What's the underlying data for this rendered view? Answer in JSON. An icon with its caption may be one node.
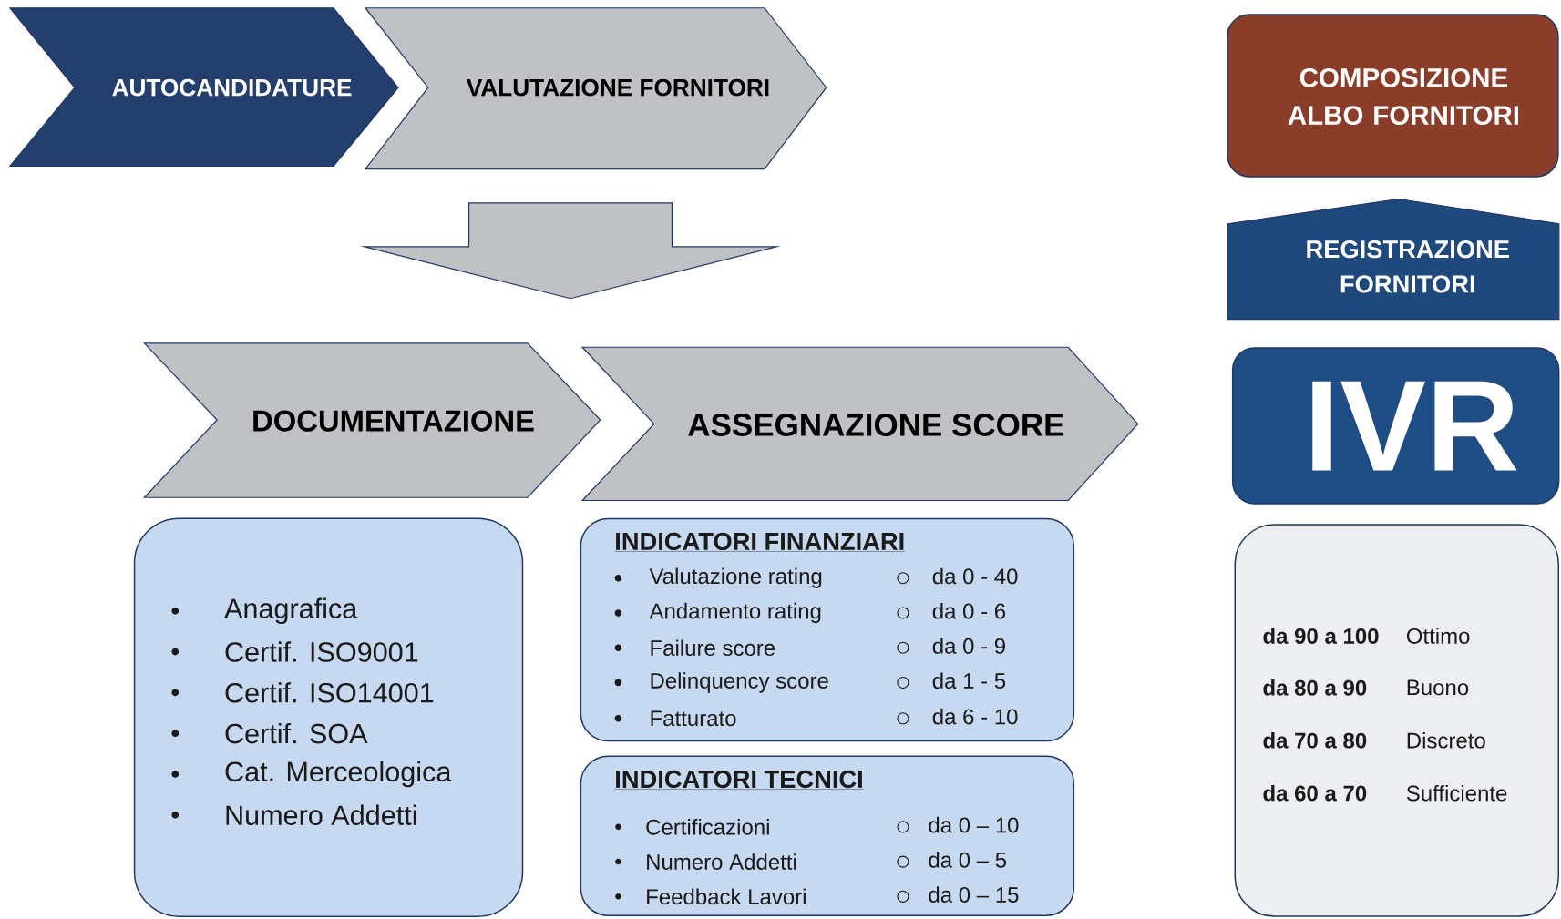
{
  "diagram": {
    "nodes": [
      {
        "text": [
          "AUTOCANDIDATURE"
        ]
      },
      {
        "text": [
          "VALUTAZIONE FORNITORI"
        ]
      },
      {
        "text": [],
        "shape": "arrow"
      },
      {
        "text": [
          "DOCUMENTAZIONE"
        ]
      },
      {
        "text": [
          "ASSEGNAZIONE SCORE"
        ]
      },
      {
        "text": [
          "Anagrafica",
          "Certif. ISO9001",
          "Certif. ISO14001",
          "Certif. SOA",
          "Cat. Merceologica",
          "Numero Addetti"
        ]
      },
      {
        "text": [
          "INDICATORI FINANZIARI",
          "Valutazione rating",
          "da 0 - 40",
          "Andamento rating",
          "da 0 - 6",
          "Failure score",
          "da 0 - 9",
          "Delinquency score",
          "da 1 - 5",
          "Fatturato",
          "da 6 - 10"
        ]
      },
      {
        "text": [
          "INDICATORI TECNICI",
          "Certificazioni",
          "da 0 – 10",
          "Numero Addetti",
          "da 0 – 5",
          "Feedback Lavori",
          "da 0 – 15"
        ]
      },
      {
        "text": [
          "COMPOSIZIONE ALBO FORNITORI"
        ]
      },
      {
        "text": [
          "REGISTRAZIONE FORNITORI"
        ]
      },
      {
        "text": [
          "IVR"
        ]
      },
      {
        "text": [
          "da 90 a 100",
          "Ottimo",
          "da 80 a 90",
          "Buono",
          "da 70 a 80",
          "Discreto",
          "da 60 a 70",
          "Sufficiente"
        ]
      }
    ]
  }
}
